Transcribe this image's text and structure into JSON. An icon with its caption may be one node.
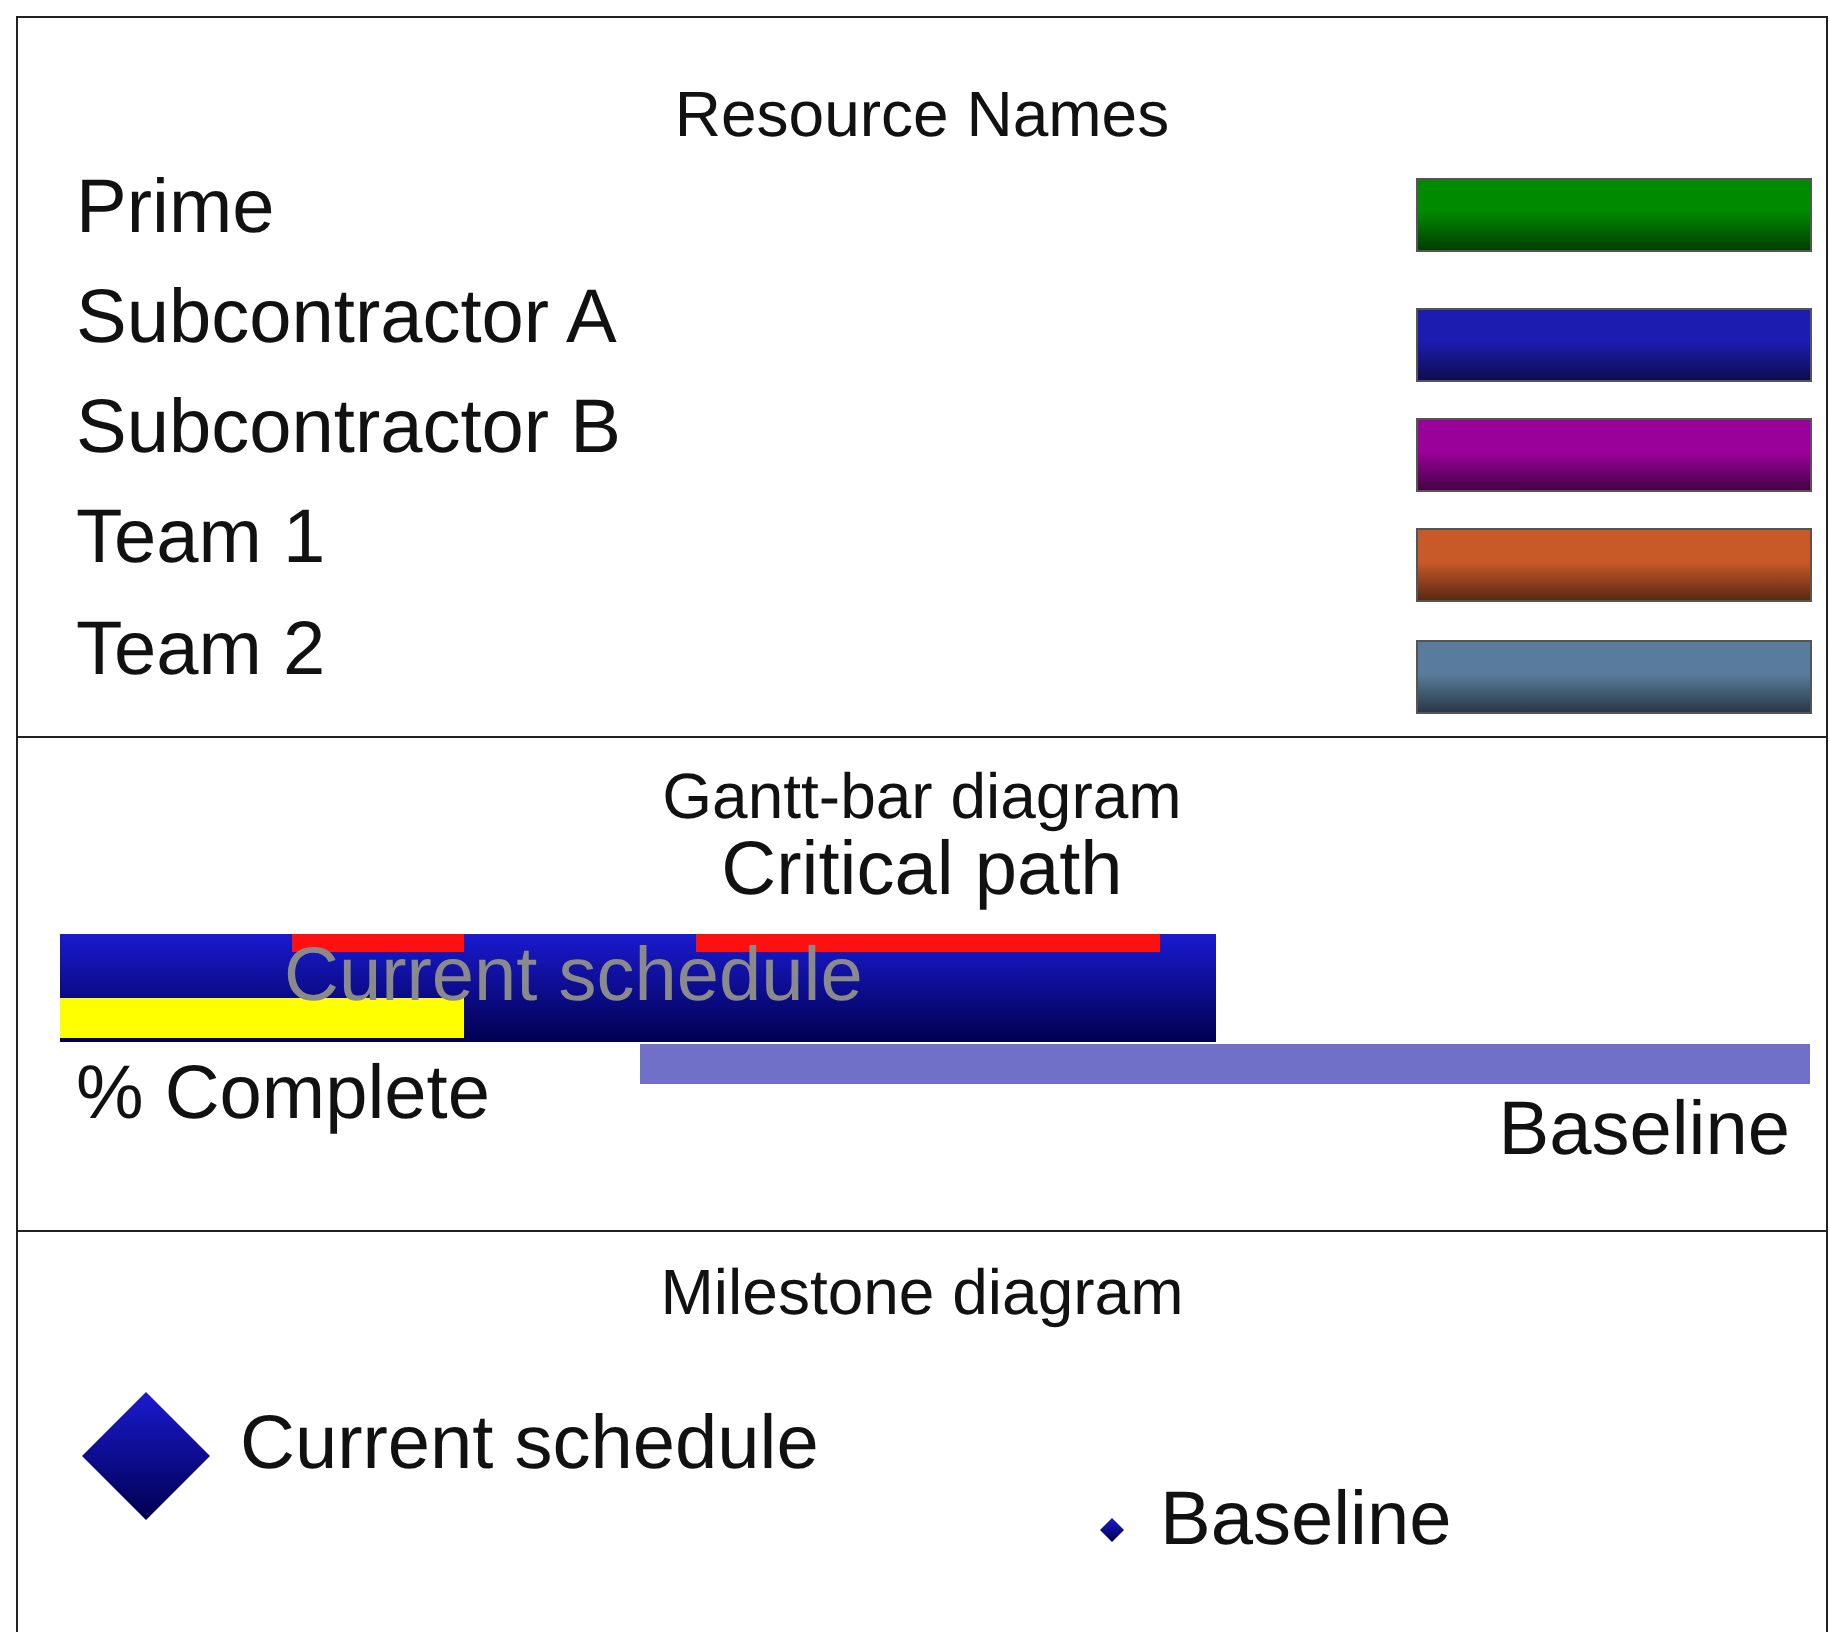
{
  "diagram": {
    "nodes": [
      {
        "text": [
          "Resource Names"
        ]
      },
      {
        "text": [
          "Gantt-bar diagram"
        ]
      },
      {
        "text": [
          "Milestone diagram"
        ]
      }
    ],
    "labels": [
      "Critical path",
      "Current schedule",
      "% Complete",
      "Baseline"
    ],
    "legend": [
      {
        "text": "Prime",
        "color": "#008a00"
      },
      {
        "text": "Subcontractor A",
        "color": "#1c1cb0"
      },
      {
        "text": "Subcontractor B",
        "color": "#9a009a"
      },
      {
        "text": "Team 1",
        "color": "#c85a28"
      },
      {
        "text": "Team 2",
        "color": "#5a7c9c"
      },
      {
        "text": "Current schedule"
      },
      {
        "text": "Baseline"
      }
    ]
  }
}
